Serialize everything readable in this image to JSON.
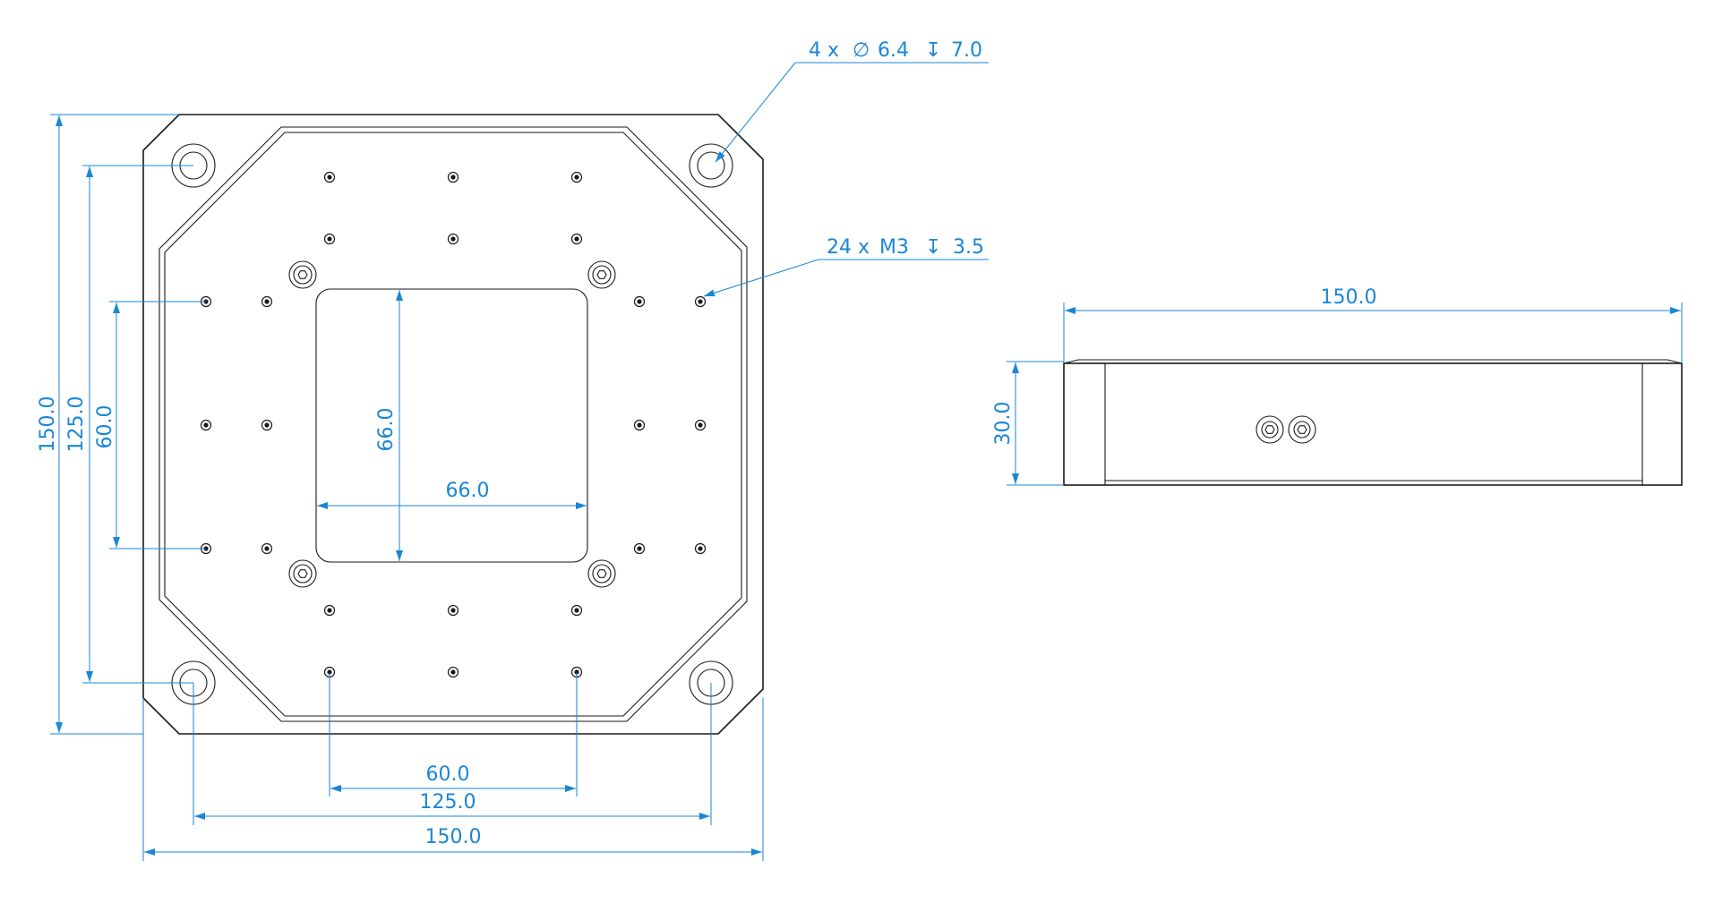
{
  "top_view": {
    "dims": {
      "width_outer": "150.0",
      "width_holes": "125.0",
      "width_taps": "60.0",
      "height_outer": "150.0",
      "height_holes": "125.0",
      "height_taps": "60.0",
      "window_width": "66.0",
      "window_height": "66.0"
    },
    "callouts": {
      "through_holes": {
        "count": "4 x",
        "symbol": "∅",
        "diameter": "6.4",
        "depth_symbol": "↧",
        "depth": "7.0"
      },
      "tapped_holes": {
        "count": "24 x",
        "thread": "M3",
        "depth_symbol": "↧",
        "depth": "3.5"
      }
    }
  },
  "side_view": {
    "dims": {
      "width": "150.0",
      "height": "30.0"
    }
  },
  "colors": {
    "dimension": "#1a86d6",
    "part": "#1a1a1a"
  }
}
